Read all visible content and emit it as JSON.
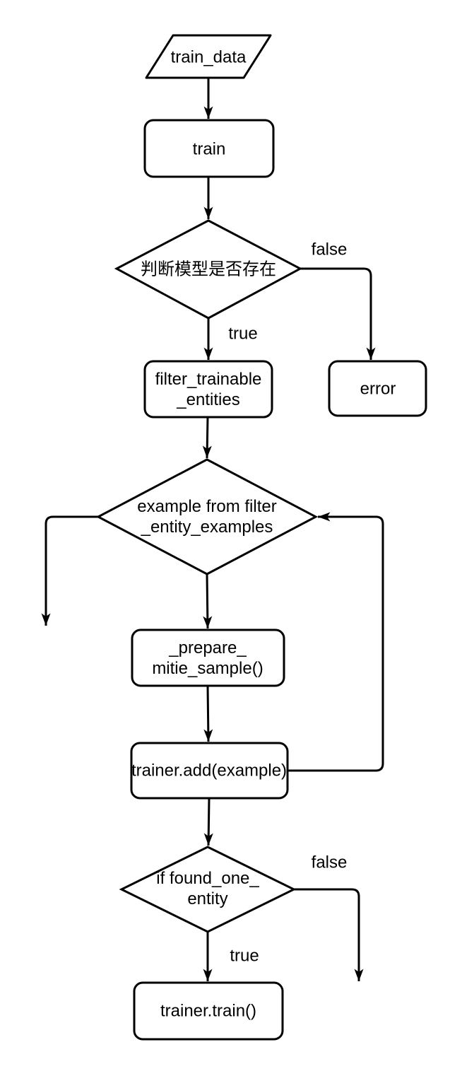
{
  "diagram": {
    "background_color": "#ffffff",
    "stroke_color": "#000000",
    "text_color": "#000000",
    "nodes": {
      "train_data": {
        "type": "input-parallelogram",
        "label": "train_data"
      },
      "train": {
        "type": "process",
        "label": "train"
      },
      "check_model": {
        "type": "decision",
        "label": "判断模型是否存在"
      },
      "filter_trainable": {
        "type": "process",
        "line1": "filter_trainable",
        "line2": "_entities"
      },
      "error": {
        "type": "process",
        "label": "error"
      },
      "example_loop": {
        "type": "decision",
        "line1": "example from filter",
        "line2": "_entity_examples"
      },
      "prepare": {
        "type": "process",
        "line1": "_prepare_",
        "line2": "mitie_sample()"
      },
      "trainer_add": {
        "type": "process",
        "label": "trainer.add(example)"
      },
      "if_found": {
        "type": "decision",
        "line1": "if found_one_",
        "line2": "entity"
      },
      "trainer_train": {
        "type": "process",
        "label": "trainer.train()"
      }
    },
    "edge_labels": {
      "check_model_false": "false",
      "check_model_true": "true",
      "if_found_false": "false",
      "if_found_true": "true"
    }
  }
}
